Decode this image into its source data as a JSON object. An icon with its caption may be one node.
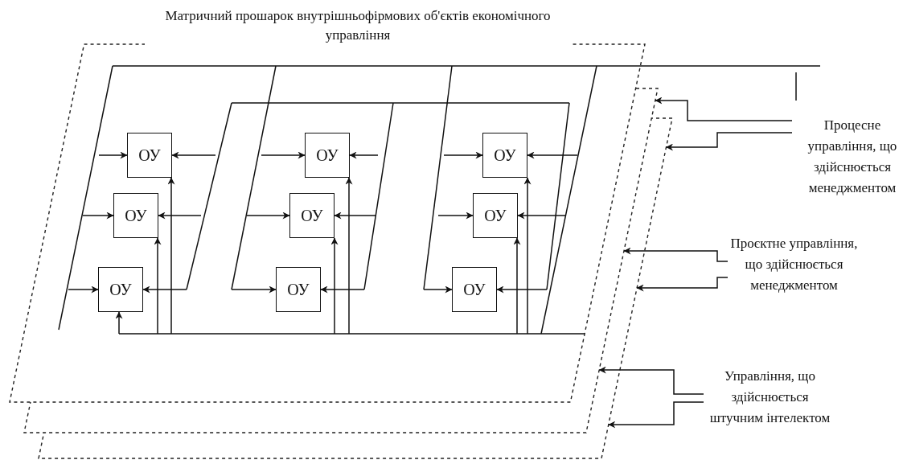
{
  "diagram": {
    "title": "Матричний прошарок внутрішньофірмових об'єктів економічного управління",
    "nodes": [
      {
        "text": [
          "ОУ"
        ]
      },
      {
        "text": [
          "ОУ"
        ]
      },
      {
        "text": [
          "ОУ"
        ]
      },
      {
        "text": [
          "ОУ"
        ]
      },
      {
        "text": [
          "ОУ"
        ]
      },
      {
        "text": [
          "ОУ"
        ]
      },
      {
        "text": [
          "ОУ"
        ]
      },
      {
        "text": [
          "ОУ"
        ]
      },
      {
        "text": [
          "ОУ"
        ]
      },
      {
        "text": [
          "Процесне управління, що здійснюється менеджментом"
        ]
      },
      {
        "text": [
          "Проєктне управління, що здійснюється менеджментом"
        ]
      },
      {
        "text": [
          "Управління, що здійснюється штучним інтелектом"
        ]
      }
    ],
    "edges": [
      {
        "from": null,
        "to": 0,
        "arrow": "to"
      },
      {
        "from": null,
        "to": 0,
        "arrow": "to"
      },
      {
        "from": null,
        "to": 0,
        "arrow": "to"
      },
      {
        "from": null,
        "to": 1,
        "arrow": "to"
      },
      {
        "from": null,
        "to": 1,
        "arrow": "to"
      },
      {
        "from": null,
        "to": 1,
        "arrow": "to"
      },
      {
        "from": null,
        "to": 2,
        "arrow": "to"
      },
      {
        "from": null,
        "to": 2,
        "arrow": "to"
      },
      {
        "from": null,
        "to": 2,
        "arrow": "to"
      },
      {
        "from": null,
        "to": 3,
        "arrow": "to"
      },
      {
        "from": null,
        "to": 3,
        "arrow": "to"
      },
      {
        "from": null,
        "to": 3,
        "arrow": "to"
      },
      {
        "from": null,
        "to": 4,
        "arrow": "to"
      },
      {
        "from": null,
        "to": 4,
        "arrow": "to"
      },
      {
        "from": null,
        "to": 4,
        "arrow": "to"
      },
      {
        "from": null,
        "to": 5,
        "arrow": "to"
      },
      {
        "from": null,
        "to": 5,
        "arrow": "to"
      },
      {
        "from": null,
        "to": 5,
        "arrow": "to"
      },
      {
        "from": null,
        "to": 6,
        "arrow": "to"
      },
      {
        "from": null,
        "to": 6,
        "arrow": "to"
      },
      {
        "from": null,
        "to": 6,
        "arrow": "to"
      },
      {
        "from": null,
        "to": 7,
        "arrow": "to"
      },
      {
        "from": null,
        "to": 7,
        "arrow": "to"
      },
      {
        "from": null,
        "to": 8,
        "arrow": "to"
      },
      {
        "from": null,
        "to": 8,
        "arrow": "to"
      },
      {
        "from": 9,
        "to": null,
        "arrow": "to"
      },
      {
        "from": 9,
        "to": null,
        "arrow": "to"
      },
      {
        "from": 10,
        "to": null,
        "arrow": "to"
      },
      {
        "from": 10,
        "to": null,
        "arrow": "to"
      },
      {
        "from": 11,
        "to": null,
        "arrow": "to"
      },
      {
        "from": 11,
        "to": null,
        "arrow": "to"
      }
    ]
  }
}
